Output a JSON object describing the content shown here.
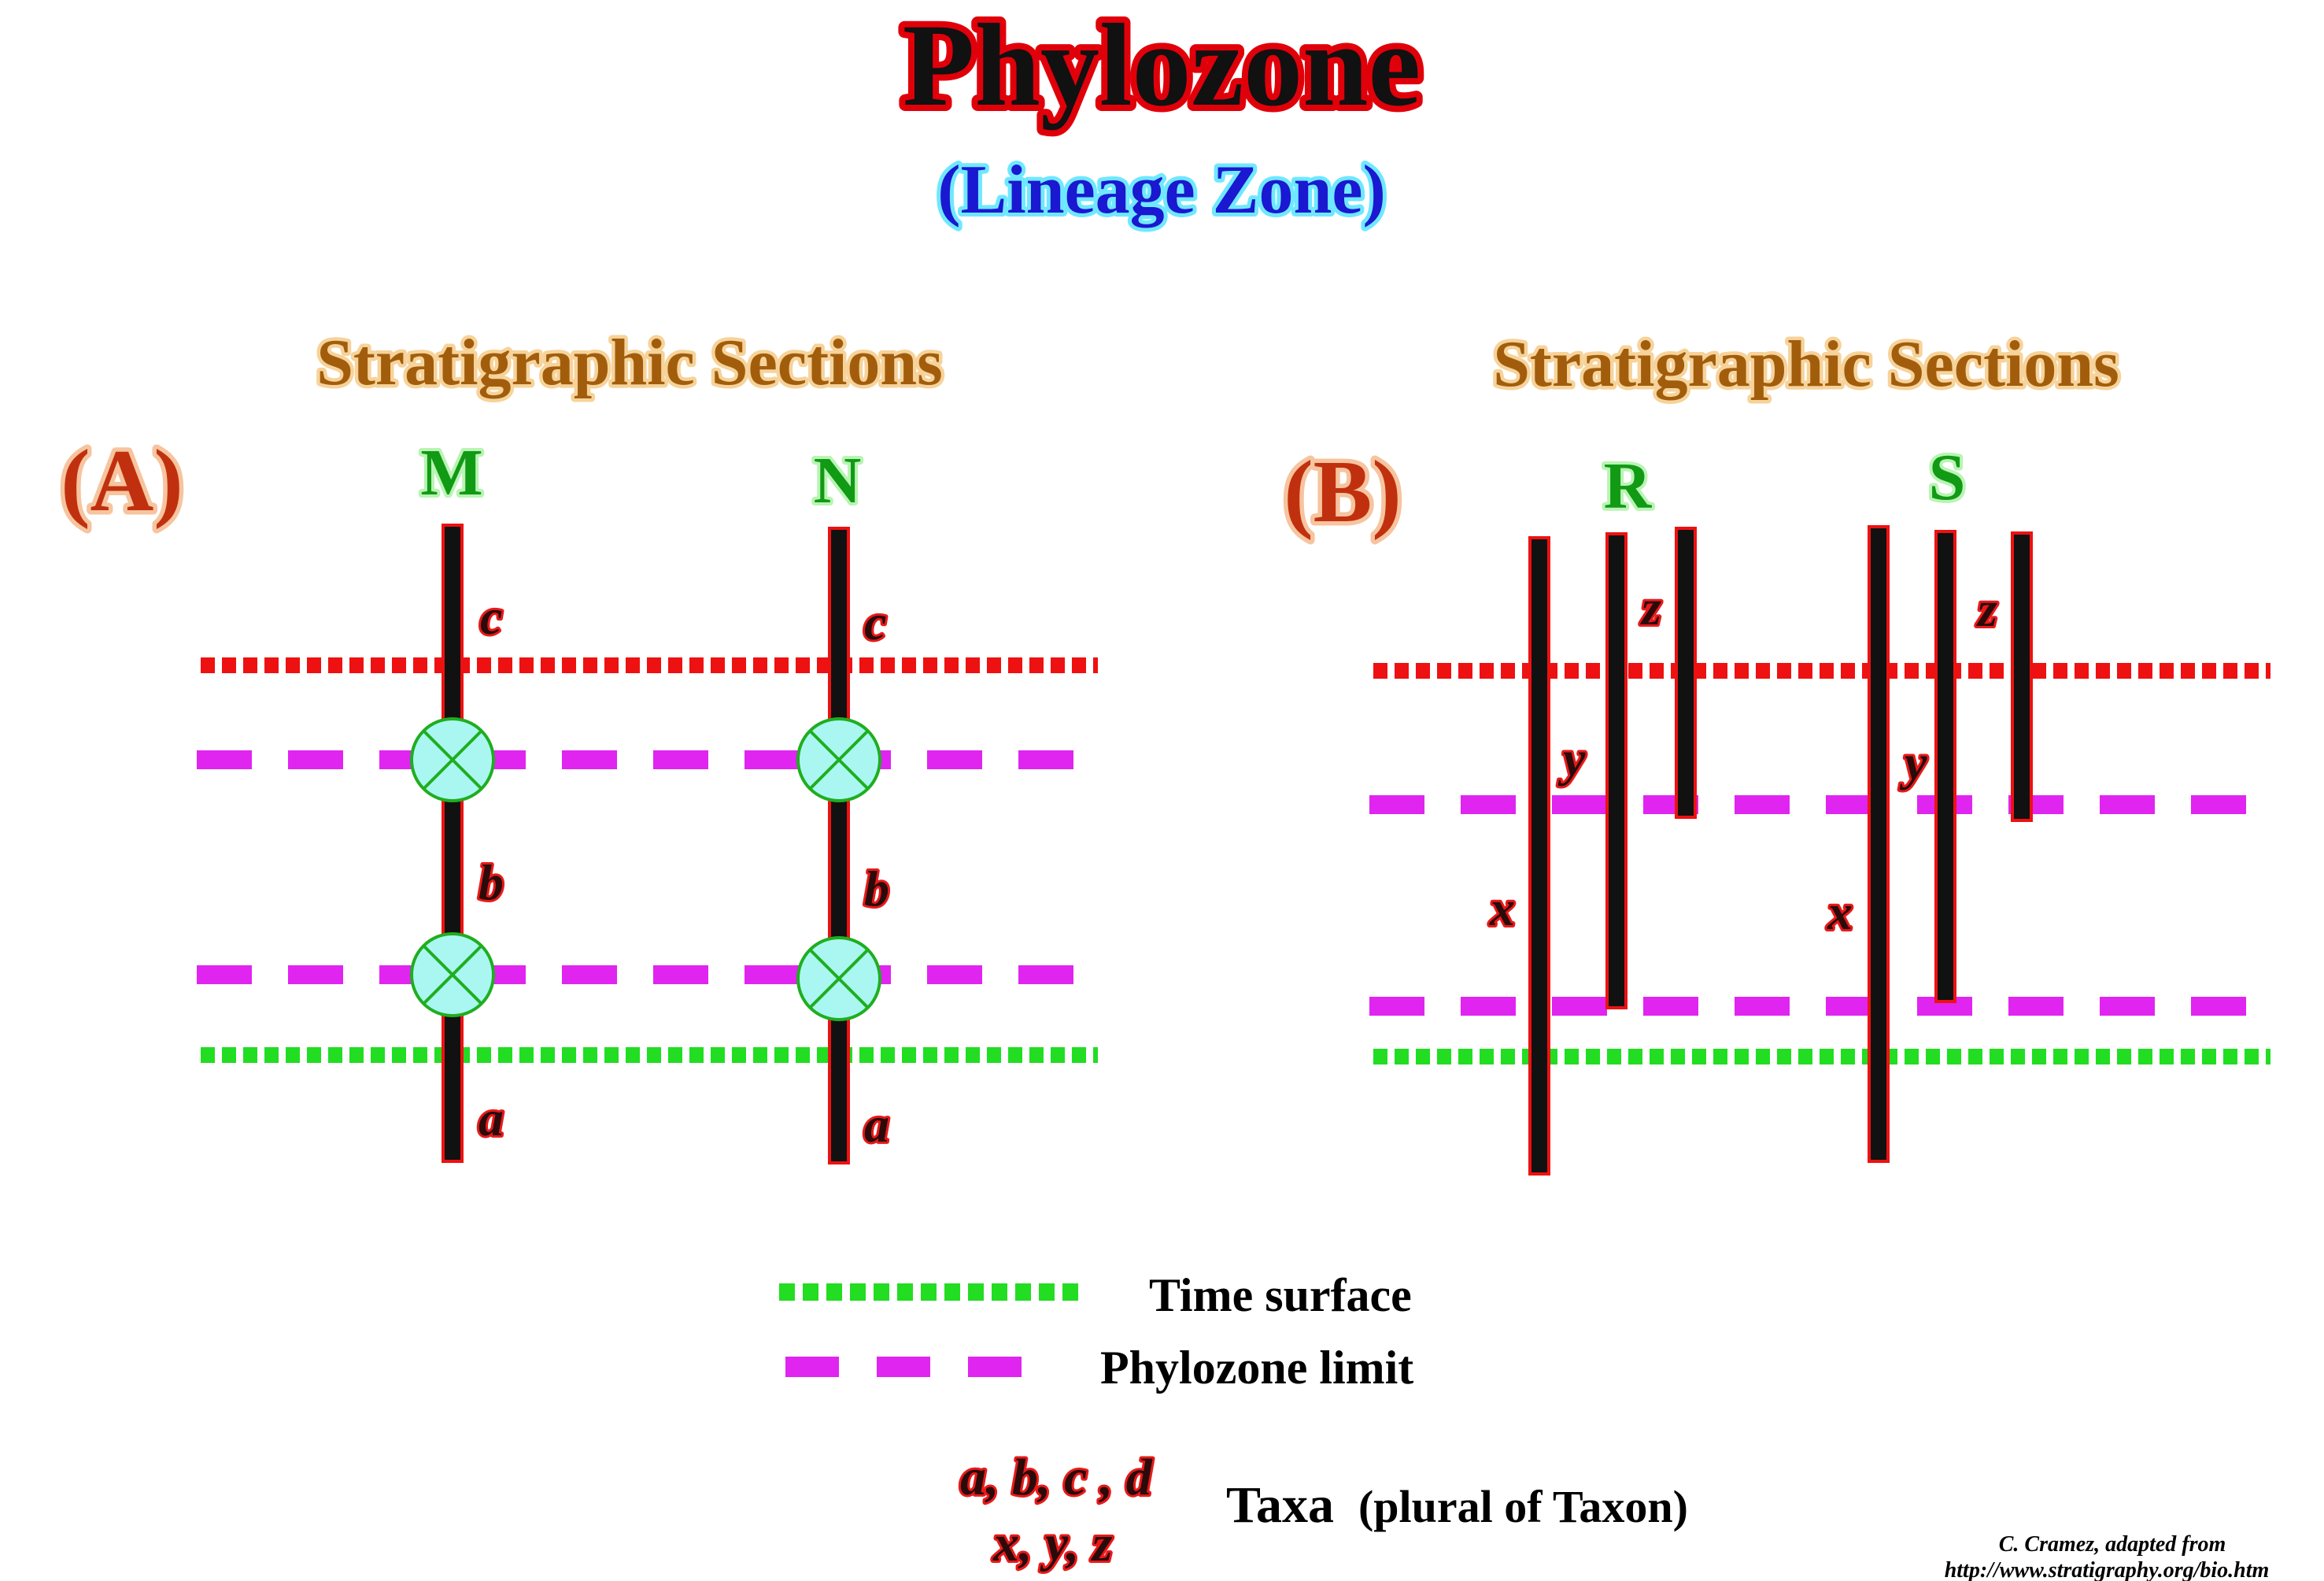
{
  "title": "Phylozone",
  "subtitle": "(Lineage Zone)",
  "panels": [
    {
      "label": "(A)",
      "heading": "Stratigraphic Sections",
      "columns": [
        "M",
        "N"
      ],
      "taxa": [
        "c",
        "b",
        "a"
      ]
    },
    {
      "label": "(B)",
      "heading": "Stratigraphic Sections",
      "columns": [
        "R",
        "S"
      ],
      "taxa": [
        "x",
        "y",
        "z"
      ]
    }
  ],
  "legend": {
    "time_surface": "Time surface",
    "phylozone_limit": "Phylozone limit",
    "taxa_symbols_line1": "a, b, c , d",
    "taxa_symbols_line2": "x, y, z",
    "taxa_label": "Taxa",
    "taxa_note": "(plural of Taxon)"
  },
  "credit": {
    "line1": "C. Cramez, adapted from",
    "line2": "http://www.stratigraphy.org/bio.htm"
  },
  "colors": {
    "time_surface": "#22dd22",
    "phylozone_limit": "#e025f0",
    "upper_boundary": "#ee1111",
    "taxon_bar": "#111111",
    "taxon_bar_outline": "#ee1111",
    "transition_marker_fill": "#aaf7f2",
    "transition_marker_stroke": "#1fae1f"
  }
}
